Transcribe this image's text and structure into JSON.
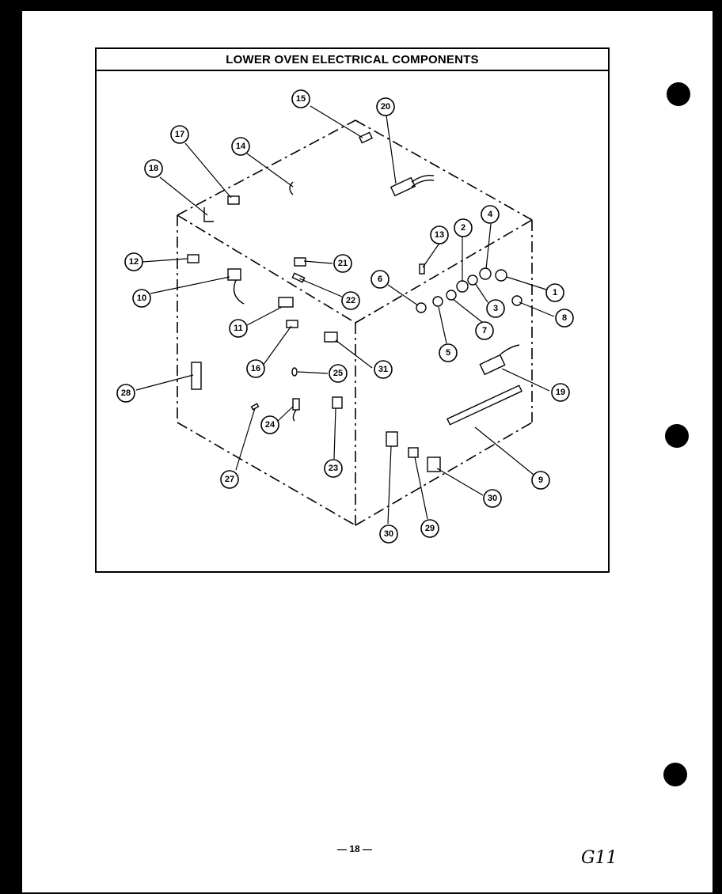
{
  "title": "LOWER OVEN ELECTRICAL COMPONENTS",
  "page_number": "— 18 —",
  "handwritten_note": "G11",
  "colors": {
    "ink": "#000000",
    "paper": "#ffffff"
  },
  "callouts": [
    "1",
    "2",
    "3",
    "4",
    "5",
    "6",
    "7",
    "8",
    "9",
    "10",
    "11",
    "12",
    "13",
    "14",
    "15",
    "16",
    "17",
    "18",
    "19",
    "20",
    "21",
    "22",
    "23",
    "24",
    "25",
    "27",
    "28",
    "29",
    "30",
    "30",
    "31"
  ]
}
